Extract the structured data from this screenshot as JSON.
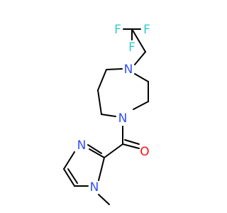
{
  "molecule": {
    "colors": {
      "bond": "#000000",
      "fluorine": "#33cccc",
      "nitrogen": "#3050f8",
      "oxygen": "#ff0d0d"
    },
    "atoms": {
      "f1": "F",
      "f2": "F",
      "f3": "F",
      "n_diazepane_top": "N",
      "n_diazepane_bottom": "N",
      "n_imidazole_ring": "N",
      "n_imidazole_methyl": "N",
      "o_carbonyl": "O"
    }
  }
}
